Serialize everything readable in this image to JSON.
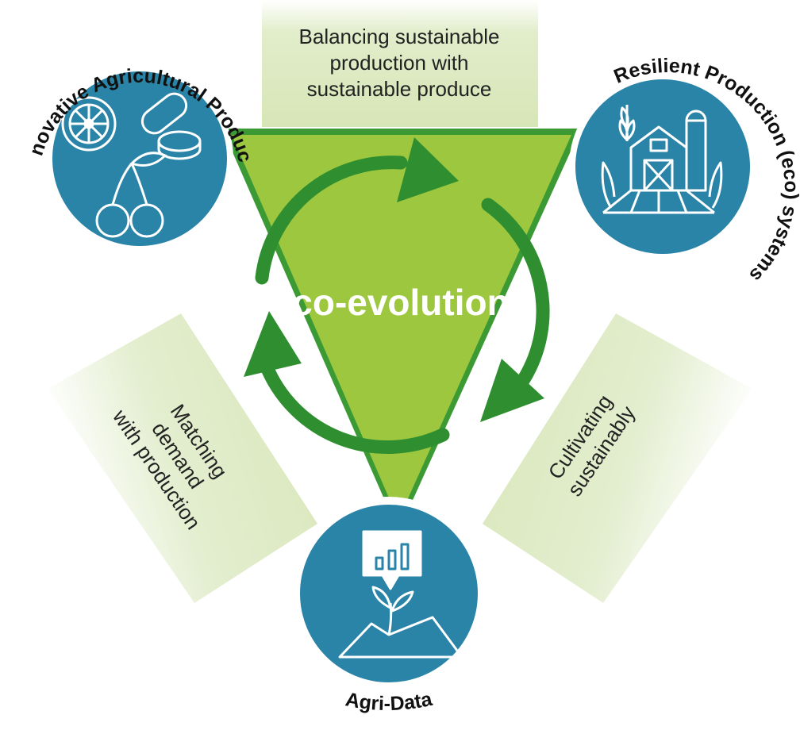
{
  "center": {
    "label": "co-evolution"
  },
  "bands": {
    "top": {
      "lines": [
        "Balancing sustainable",
        "production with",
        "sustainable produce"
      ]
    },
    "left": {
      "lines": [
        "Matching",
        "demand",
        "with production"
      ]
    },
    "right": {
      "lines": [
        "Cultivating",
        "sustainably"
      ]
    }
  },
  "nodes": {
    "top_left": {
      "label": "Innovative Agricultural Produce",
      "icons": [
        "wheel-icon",
        "pill-icon",
        "cherry-icon"
      ]
    },
    "top_right": {
      "label": "Resilient Production (eco) systems",
      "icons": [
        "farm-barn-icon"
      ]
    },
    "bottom": {
      "label": "Agri-Data",
      "icons": [
        "data-plant-icon"
      ]
    }
  },
  "colors": {
    "triangle_fill": "#9dc73f",
    "triangle_border": "#3c9a35",
    "arrows": "#2f8f30",
    "band": "#d7e6b7",
    "circle_fill": "#2a84a8",
    "circle_ring": "#ffffff",
    "icon_stroke": "#ffffff"
  }
}
